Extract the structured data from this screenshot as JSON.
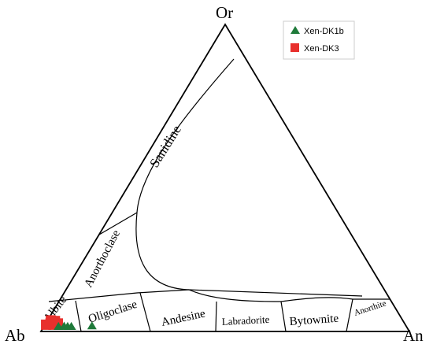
{
  "chart_data": {
    "type": "scatter",
    "subtype": "ternary",
    "vertices": {
      "top": "Or",
      "left": "Ab",
      "right": "An"
    },
    "fields": [
      "Sanidine",
      "Anorthoclase",
      "Albite",
      "Oligoclase",
      "Andesine",
      "Labradorite",
      "Bytownite",
      "Anorthite"
    ],
    "legend": {
      "placement": "top-right"
    },
    "series": [
      {
        "name": "Xen-DK1b",
        "marker": "triangle",
        "color": "#1f7a3a",
        "points": [
          {
            "An": 4.5,
            "Or": 0.5
          },
          {
            "An": 6.0,
            "Or": 0.6
          },
          {
            "An": 7.0,
            "Or": 0.5
          },
          {
            "An": 8.0,
            "Or": 0.5
          },
          {
            "An": 13.5,
            "Or": 0.7
          }
        ]
      },
      {
        "name": "Xen-DK3",
        "marker": "square",
        "color": "#e8302d",
        "points": [
          {
            "An": 1.0,
            "Or": 0.8
          },
          {
            "An": 2.0,
            "Or": 1.2
          },
          {
            "An": 3.0,
            "Or": 0.8
          },
          {
            "An": 1.6,
            "Or": 2.2
          },
          {
            "An": 2.8,
            "Or": 2.0
          },
          {
            "An": 4.0,
            "Or": 1.2
          }
        ]
      }
    ]
  }
}
